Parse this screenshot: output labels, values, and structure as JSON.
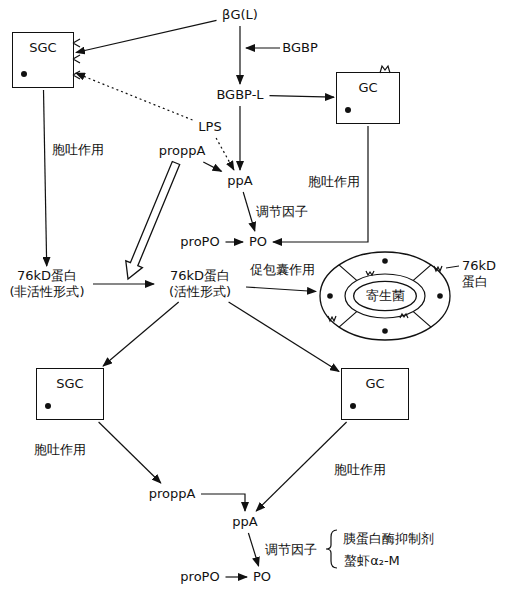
{
  "diagram": {
    "nodes": [
      {
        "text": [
          "βG(L)"
        ]
      },
      {
        "text": [
          "SGC"
        ]
      },
      {
        "text": [
          "BGBP-L"
        ]
      },
      {
        "text": [
          "GC"
        ]
      },
      {
        "text": [
          "LPS"
        ]
      },
      {
        "text": [
          "proppA"
        ]
      },
      {
        "text": [
          "ppA"
        ]
      },
      {
        "text": [
          "proPO"
        ]
      },
      {
        "text": [
          "PO"
        ]
      },
      {
        "text": [
          "76kD蛋白 (非活性形式)"
        ]
      },
      {
        "text": [
          "76kD蛋白 (活性形式)"
        ]
      },
      {
        "text": [
          "76kD 蛋白"
        ]
      },
      {
        "text": [
          "寄生菌"
        ],
        "in": 11
      },
      {
        "text": [
          "SGC"
        ]
      },
      {
        "text": [
          "GC"
        ]
      },
      {
        "text": [
          "proppA"
        ]
      },
      {
        "text": [
          "ppA"
        ]
      },
      {
        "text": [
          "proPO"
        ]
      },
      {
        "text": [
          "PO"
        ]
      }
    ],
    "edges": [
      {
        "from": 0,
        "to": 1,
        "arrow": "to"
      },
      {
        "from": 0,
        "to": 2,
        "arrow": "to"
      },
      {
        "from": 2,
        "to": 3,
        "arrow": "to"
      },
      {
        "from": 4,
        "to": 1,
        "arrow": "to"
      },
      {
        "from": 4,
        "to": 6,
        "arrow": "to"
      },
      {
        "from": 2,
        "to": 6,
        "arrow": "to"
      },
      {
        "from": 5,
        "to": 6,
        "arrow": "to"
      },
      {
        "from": 6,
        "to": 8,
        "label": "调节因子",
        "arrow": "to"
      },
      {
        "from": 7,
        "to": 8,
        "arrow": "to"
      },
      {
        "from": 3,
        "to": 8,
        "label": "胞吐作用",
        "arrow": "to"
      },
      {
        "from": 1,
        "to": 9,
        "label": "胞吐作用",
        "arrow": "to"
      },
      {
        "from": 9,
        "to": 10,
        "arrow": "to"
      },
      {
        "from": 10,
        "to": 11,
        "label": "促包囊作用",
        "arrow": "to"
      },
      {
        "from": 10,
        "to": 13,
        "arrow": "to"
      },
      {
        "from": 10,
        "to": 14,
        "arrow": "to"
      },
      {
        "from": 13,
        "to": 15,
        "label": "胞吐作用",
        "arrow": "to"
      },
      {
        "from": 14,
        "to": 16,
        "label": "胞吐作用",
        "arrow": "to"
      },
      {
        "from": 15,
        "to": 16,
        "arrow": "to"
      },
      {
        "from": 16,
        "to": 18,
        "label": "调节因子",
        "arrow": "to"
      },
      {
        "from": 17,
        "to": 18,
        "arrow": "to"
      }
    ],
    "labels": [
      "BGBP",
      "胰蛋白酶抑制剂",
      "螯虾α₂-M"
    ]
  }
}
